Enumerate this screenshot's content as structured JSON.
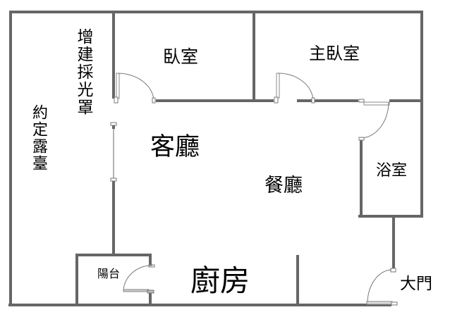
{
  "floor_plan": {
    "wall_color": "#666666",
    "rooms": [
      {
        "id": "bedroom",
        "label": "臥室"
      },
      {
        "id": "master_bedroom",
        "label": "主臥室"
      },
      {
        "id": "extension",
        "label": "增建採光罩"
      },
      {
        "id": "terrace",
        "label": "約定露臺"
      },
      {
        "id": "living_room",
        "label": "客廳"
      },
      {
        "id": "dining_room",
        "label": "餐廳"
      },
      {
        "id": "bathroom",
        "label": "浴室"
      },
      {
        "id": "balcony",
        "label": "陽台"
      },
      {
        "id": "kitchen",
        "label": "廚房"
      },
      {
        "id": "main_door",
        "label": "大門"
      }
    ]
  }
}
